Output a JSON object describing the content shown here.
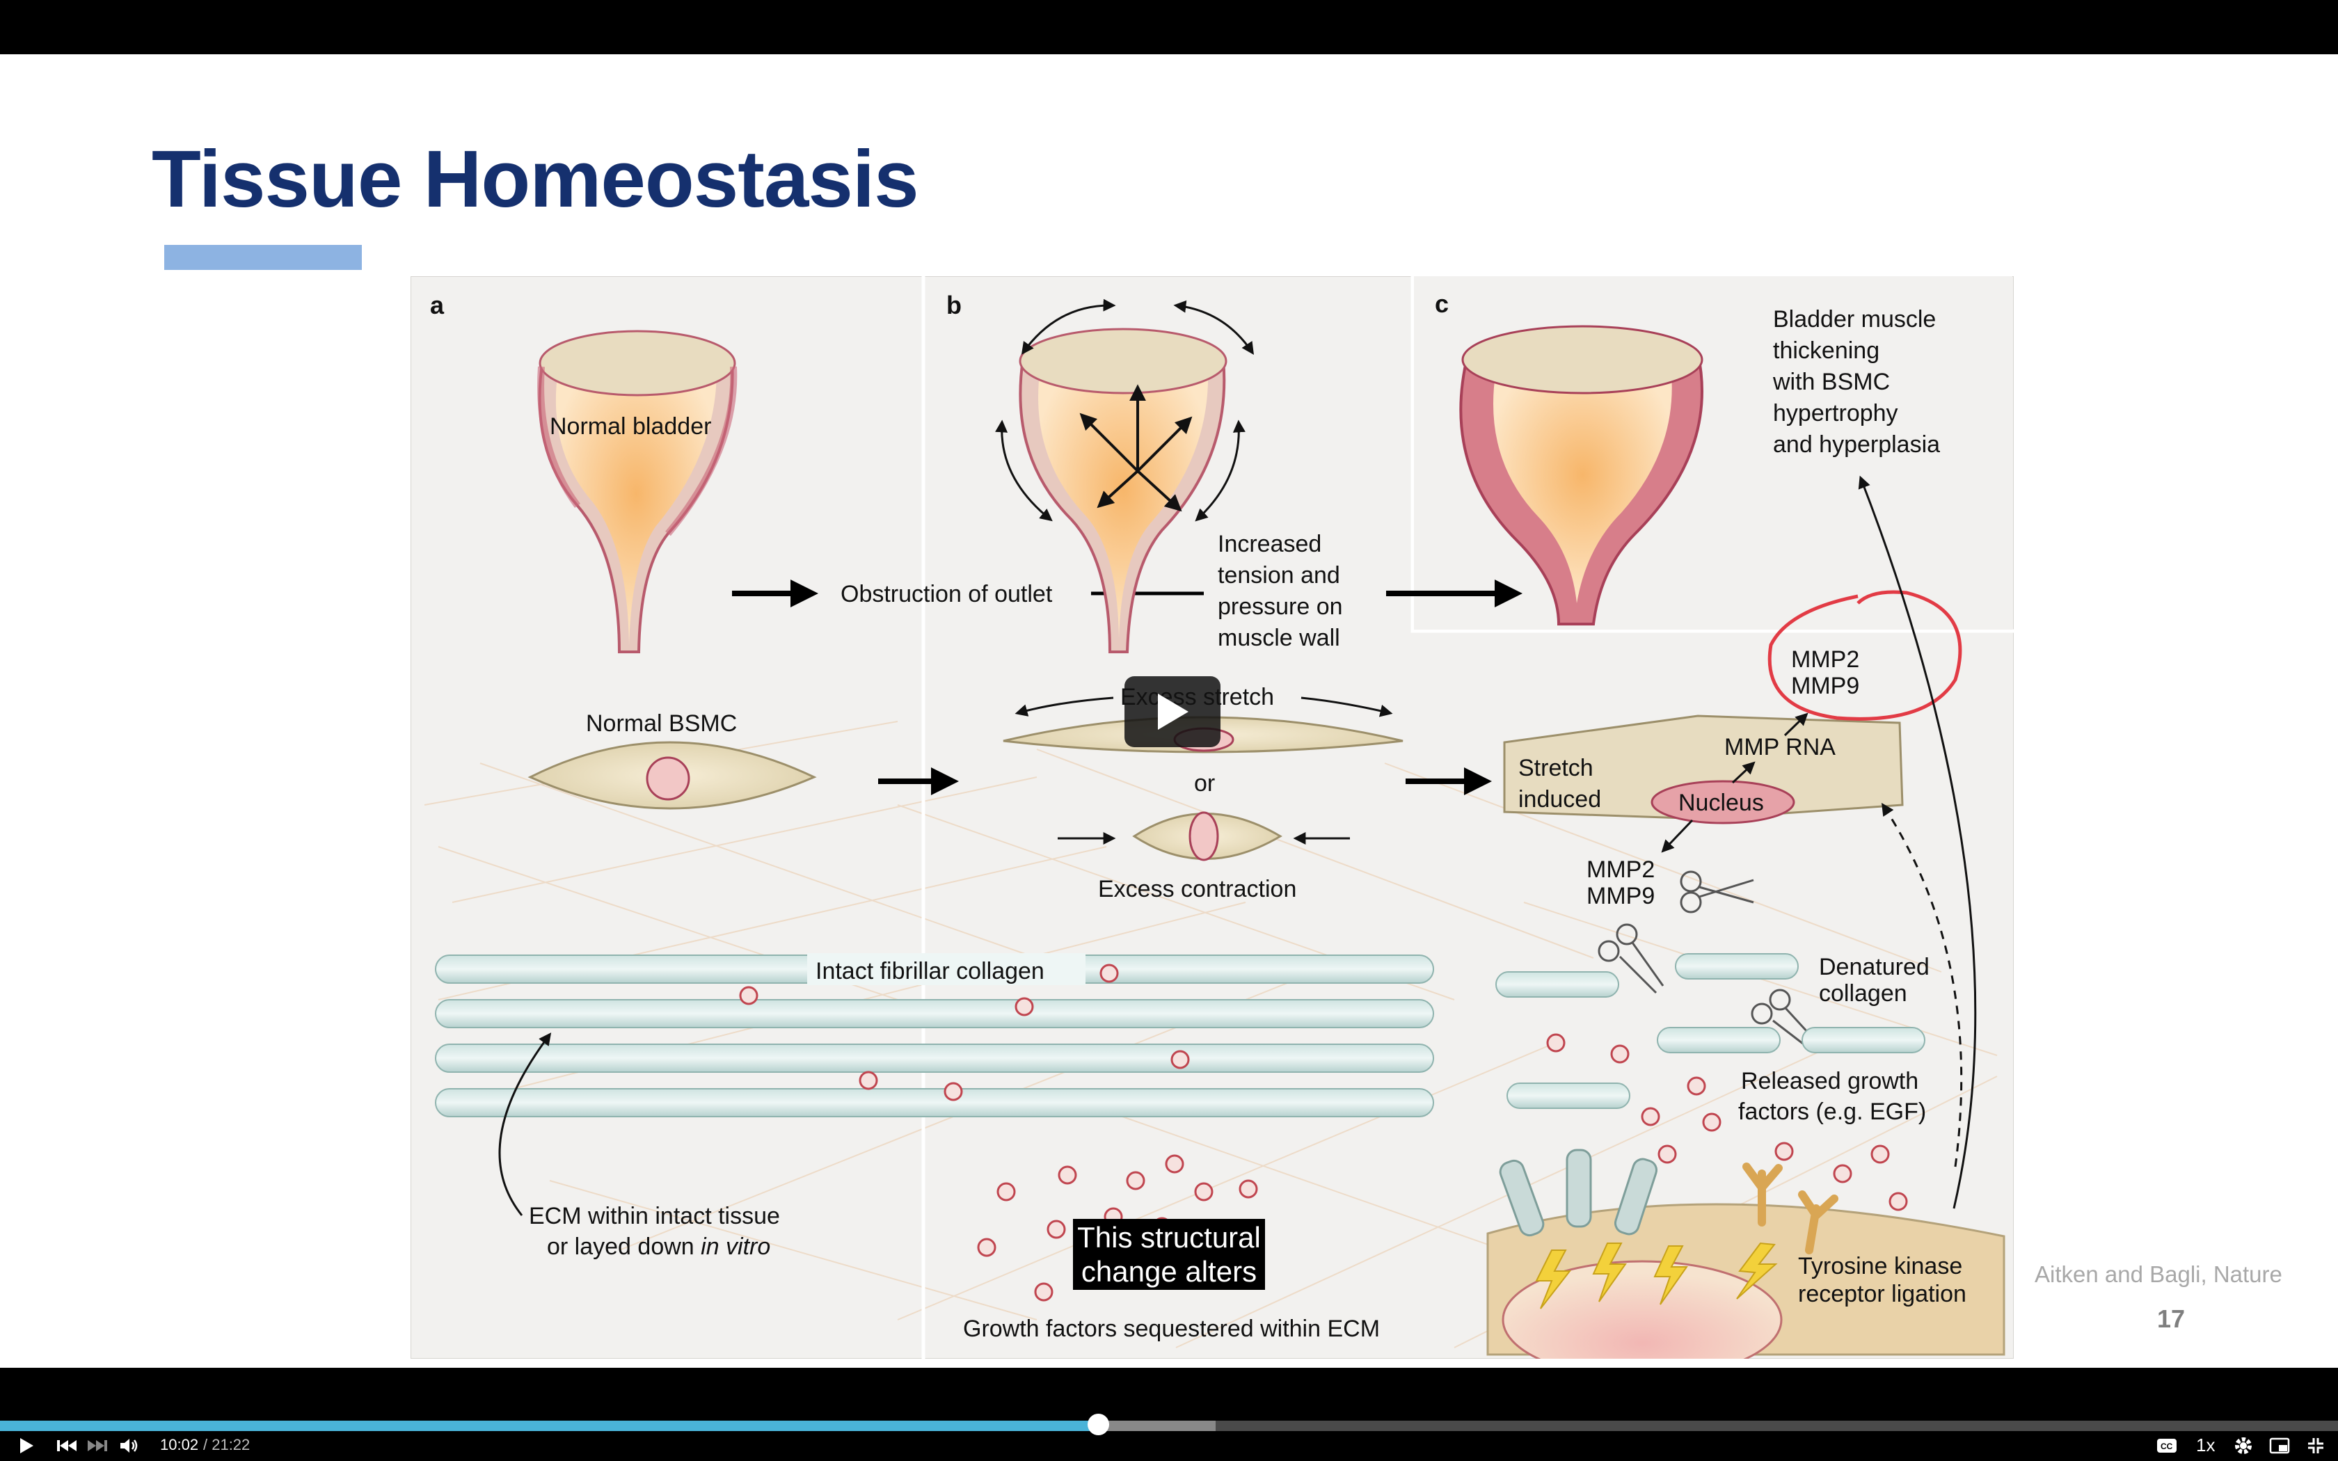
{
  "slide": {
    "title": "Tissue Homeostasis",
    "citation": "Aitken and Bagli, Nature",
    "page_number": "17",
    "accent_color": "#15306e",
    "title_bar_color": "#8db3e2"
  },
  "figure": {
    "panel_a": "a",
    "panel_b": "b",
    "panel_c": "c",
    "normal_bladder": "Normal bladder",
    "obstruction": "Obstruction of outlet",
    "tension_lines": [
      "Increased",
      "tension and",
      "pressure on",
      "muscle wall"
    ],
    "thickening_lines": [
      "Bladder muscle",
      "thickening",
      "with BSMC",
      "hypertrophy",
      "and hyperplasia"
    ],
    "normal_bsmc": "Normal BSMC",
    "excess_stretch": "Excess stretch",
    "or": "or",
    "excess_contraction": "Excess contraction",
    "mmp_top_1": "MMP2",
    "mmp_top_2": "MMP9",
    "mmp_rna": "MMP RNA",
    "stretch_1": "Stretch",
    "stretch_2": "induced",
    "nucleus": "Nucleus",
    "mmp_bottom_1": "MMP2",
    "mmp_bottom_2": "MMP9",
    "intact_collagen": "Intact fibrillar collagen",
    "denatured_1": "Denatured",
    "denatured_2": "collagen",
    "released_1": "Released growth",
    "released_2": "factors (e.g. EGF)",
    "ecm_1": "ECM within intact tissue",
    "ecm_2_prefix": "or layed down ",
    "ecm_2_italic": "in vitro",
    "sequestered": "Growth factors sequestered within ECM",
    "tyrosine_1": "Tyrosine kinase",
    "tyrosine_2": "receptor ligation"
  },
  "player": {
    "caption_lines": [
      "This structural",
      "change alters"
    ],
    "current_time": "10:02",
    "duration": "/ 21:22",
    "speed": "1x",
    "progress_fraction": 0.4697,
    "buffered_fraction": 0.52,
    "progress_color": "#4ab3d8",
    "icons": [
      "play-icon",
      "skip-back-icon",
      "skip-forward-icon",
      "volume-icon",
      "captions-icon",
      "settings-icon",
      "picture-in-picture-icon",
      "exit-fullscreen-icon"
    ]
  }
}
